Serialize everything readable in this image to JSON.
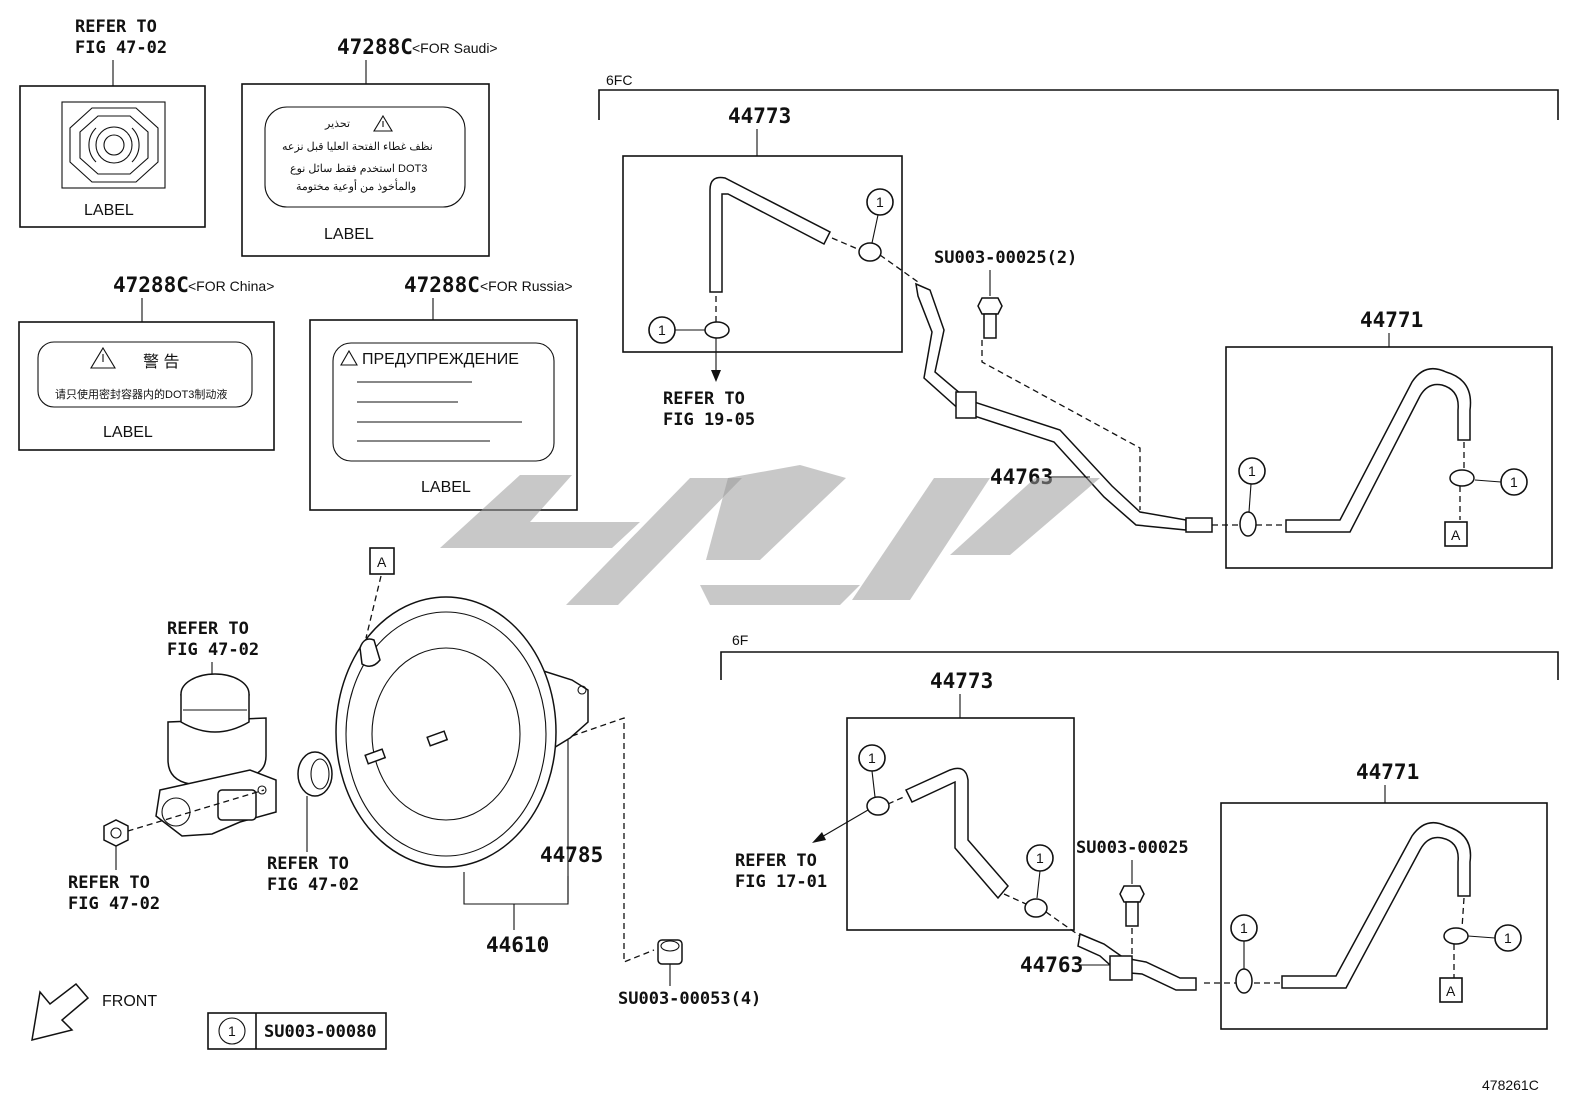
{
  "diagram": {
    "figure_code": "478261C",
    "refer": {
      "l1": "REFER TO",
      "fig_47_02": "FIG 47-02",
      "fig_19_05": "FIG 19-05",
      "fig_17_01": "FIG 17-01"
    },
    "labels": {
      "label_text": "LABEL",
      "p_47288c": "47288C",
      "for_saudi": "<FOR Saudi>",
      "for_china": "<FOR China>",
      "for_russia": "<FOR Russia>",
      "arabic_title": "تحذير",
      "arabic_lines": [
        "نظف غطاء الفتحة العليا قبل نزعه",
        "استخدم فقط سائل نوع DOT3",
        "والمأخوذ من أوعية مختومة"
      ],
      "china_title": "警 告",
      "china_text": "请只使用密封容器内的DOT3制动液",
      "russia_title": "ПРЕДУПРЕЖДЕНИЕ"
    },
    "groups": {
      "g6fc": "6FC",
      "g6f": "6F"
    },
    "parts": {
      "hose_44773": "44773",
      "hose_44771": "44771",
      "pipe_44763": "44763",
      "booster_44610": "44610",
      "gasket_44785": "44785",
      "bolt_su25_2": "SU003-00025(2)",
      "bolt_su25": "SU003-00025",
      "nut_su53": "SU003-00053(4)",
      "clip_su80": "SU003-00080"
    },
    "callouts": {
      "one": "1",
      "a": "A"
    },
    "front": "FRONT"
  }
}
